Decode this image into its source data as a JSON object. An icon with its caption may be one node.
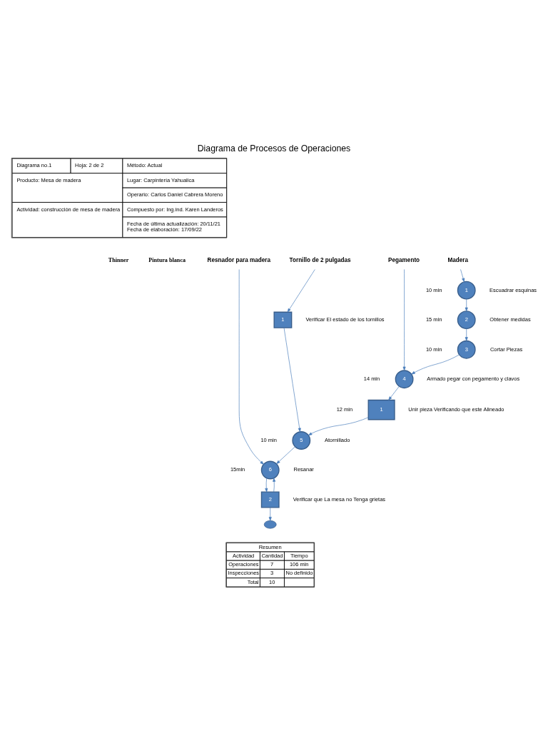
{
  "diagram": {
    "title": "Diagrama de Procesos de Operaciones",
    "nodes": [
      {
        "text": [
          "Resnador para madera"
        ]
      },
      {
        "text": [
          "Tornillo de 2 pulgadas"
        ]
      },
      {
        "text": [
          "Pegamento"
        ]
      },
      {
        "text": [
          "Madera"
        ]
      },
      {
        "text": [
          "1"
        ],
        "beside": [
          "10 min",
          "Escuadrar esquinas"
        ]
      },
      {
        "text": [
          "2"
        ],
        "beside": [
          "15 min",
          "Obtener medidas"
        ]
      },
      {
        "text": [
          "3"
        ],
        "beside": [
          "10 min",
          "Cortar Piezas"
        ]
      },
      {
        "text": [
          "4"
        ],
        "beside": [
          "14 min",
          "Armado pegar con pegamento y clavos"
        ]
      },
      {
        "text": [
          "1"
        ],
        "beside": [
          "Verificar El estado de los tornillos"
        ]
      },
      {
        "text": [
          "1"
        ],
        "beside": [
          "12 min",
          "Unir pieza Verificando que este Alineado"
        ]
      },
      {
        "text": [
          "5"
        ],
        "beside": [
          "10 min",
          "Atornillado"
        ]
      },
      {
        "text": [
          "6"
        ],
        "beside": [
          "15min",
          "Resanar"
        ]
      },
      {
        "text": [
          "2"
        ],
        "beside": [
          "Verificar que La mesa no Tenga grietas"
        ]
      },
      {
        "text": [],
        "shape": "ellipse"
      }
    ],
    "edges": [
      {
        "from": 3,
        "to": 4,
        "arrow": "to"
      },
      {
        "from": 4,
        "to": 5,
        "arrow": "to"
      },
      {
        "from": 5,
        "to": 6,
        "arrow": "to"
      },
      {
        "from": 6,
        "to": 7,
        "arrow": "to"
      },
      {
        "from": 2,
        "to": 7,
        "arrow": "to"
      },
      {
        "from": 7,
        "to": 9,
        "arrow": "to"
      },
      {
        "from": 1,
        "to": 8,
        "arrow": "to"
      },
      {
        "from": 8,
        "to": 10,
        "arrow": "to"
      },
      {
        "from": 9,
        "to": 10,
        "arrow": "to"
      },
      {
        "from": 10,
        "to": 11,
        "arrow": "to"
      },
      {
        "from": 0,
        "to": 11,
        "arrow": "to"
      },
      {
        "from": 11,
        "to": 12,
        "arrow": "to"
      },
      {
        "from": 12,
        "to": 11,
        "arrow": "to"
      },
      {
        "from": 12,
        "to": 13,
        "arrow": "to"
      }
    ],
    "labels": [
      "Diagrama no.1",
      "Hoja: 2 de 2",
      "Método: Actual",
      "Producto: Mesa de madera",
      "Lugar: Carpintería Yahualica",
      "Operario: Carlos Daniel Cabrera Moreno",
      "Actividad: construcción de mesa de madera",
      "Compuesto por: Ing.ind. Karen Landeros",
      "Fecha de última actualización: 20/11/21",
      "Fecha de elaboración: 17/09/22",
      "Thinner",
      "Pintura blanca",
      "Resumen",
      "Actividad",
      "Cantidad",
      "Tiempo",
      "Operaciones",
      "7",
      "106 min",
      "Inspecciones",
      "3",
      "No definido",
      "Total",
      "10"
    ]
  }
}
